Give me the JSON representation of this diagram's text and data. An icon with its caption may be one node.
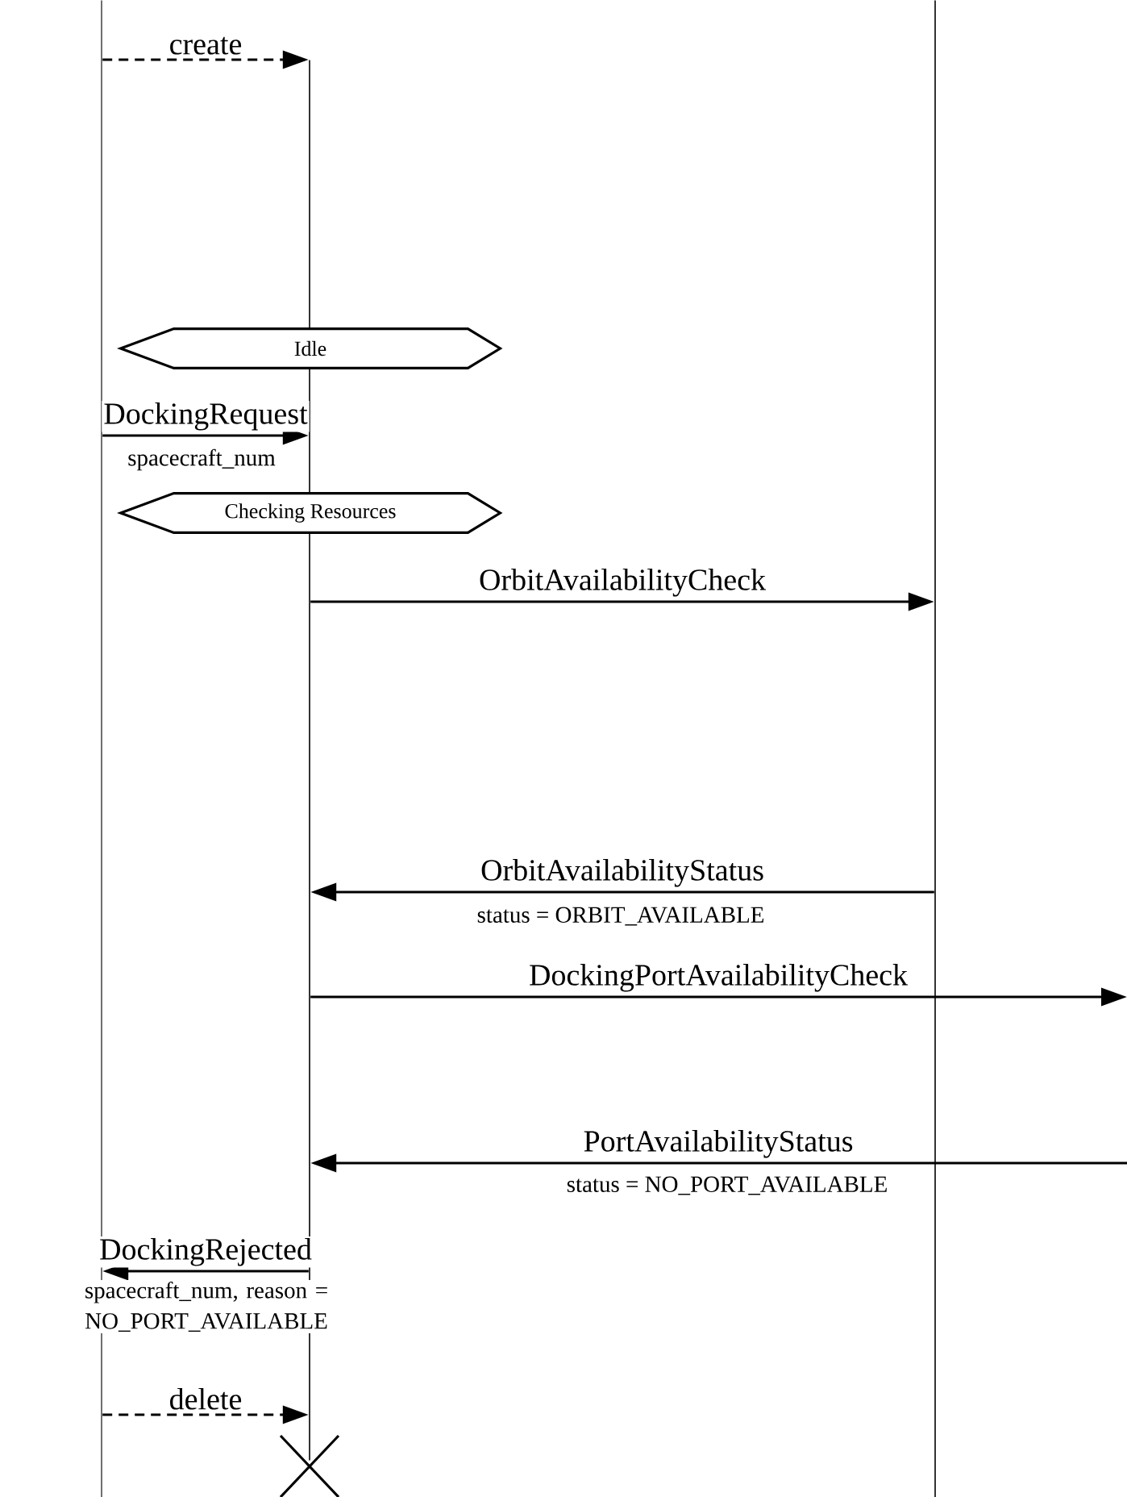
{
  "diagram": {
    "nodes": [
      {
        "text": [],
        "shape": "line"
      },
      {
        "text": [],
        "shape": "line"
      },
      {
        "text": [],
        "shape": "line"
      },
      {
        "text": [
          "Idle"
        ]
      },
      {
        "text": [
          "Checking Resources"
        ]
      }
    ],
    "edges": [
      {
        "from": 0,
        "to": 1,
        "arrow": "to",
        "label": "create",
        "style": "dashed"
      },
      {
        "from": 0,
        "to": 1,
        "arrow": "to",
        "label": "DockingRequest"
      },
      {
        "from": 1,
        "to": 2,
        "arrow": "to",
        "label": "OrbitAvailabilityCheck"
      },
      {
        "from": 2,
        "to": 1,
        "arrow": "to",
        "label": "OrbitAvailabilityStatus"
      },
      {
        "from": 1,
        "to": null,
        "arrow": "to",
        "label": "DockingPortAvailabilityCheck"
      },
      {
        "from": null,
        "to": 1,
        "arrow": "to",
        "label": "PortAvailabilityStatus"
      },
      {
        "from": 1,
        "to": 0,
        "arrow": "to",
        "label": "DockingRejected"
      },
      {
        "from": 0,
        "to": 1,
        "arrow": "to",
        "label": "delete",
        "style": "dashed"
      }
    ],
    "labels": [
      "spacecraft_num",
      "status = ORBIT_AVAILABLE",
      "status = NO_PORT_AVAILABLE",
      "spacecraft_num, reason = NO_PORT_AVAILABLE"
    ]
  }
}
